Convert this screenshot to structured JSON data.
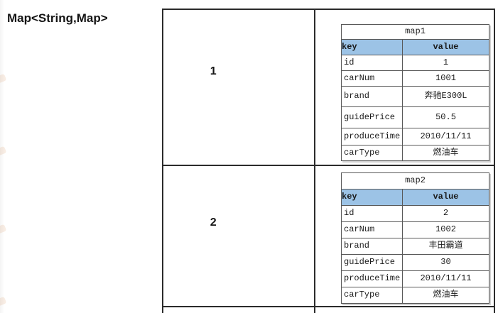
{
  "page": {
    "title": "Map<String,Map>"
  },
  "colors": {
    "header_blue": "#9CC3E6",
    "outer_border": "#2b2b2b",
    "inner_border": "#595959"
  },
  "outer_table": {
    "rows": [
      {
        "index_label": "1",
        "map": {
          "title": "map1",
          "columns": {
            "key": "key",
            "value": "value"
          },
          "entries": [
            {
              "key": "id",
              "value": "1"
            },
            {
              "key": "carNum",
              "value": "1001"
            },
            {
              "key": "brand",
              "value": "奔驰E300L"
            },
            {
              "key": "guidePrice",
              "value": "50.5"
            },
            {
              "key": "produceTime",
              "value": "2010/11/11"
            },
            {
              "key": "carType",
              "value": "燃油车"
            }
          ]
        }
      },
      {
        "index_label": "2",
        "map": {
          "title": "map2",
          "columns": {
            "key": "key",
            "value": "value"
          },
          "entries": [
            {
              "key": "id",
              "value": "2"
            },
            {
              "key": "carNum",
              "value": "1002"
            },
            {
              "key": "brand",
              "value": "丰田霸道"
            },
            {
              "key": "guidePrice",
              "value": "30"
            },
            {
              "key": "produceTime",
              "value": "2010/11/11"
            },
            {
              "key": "carType",
              "value": "燃油车"
            }
          ]
        }
      }
    ]
  }
}
